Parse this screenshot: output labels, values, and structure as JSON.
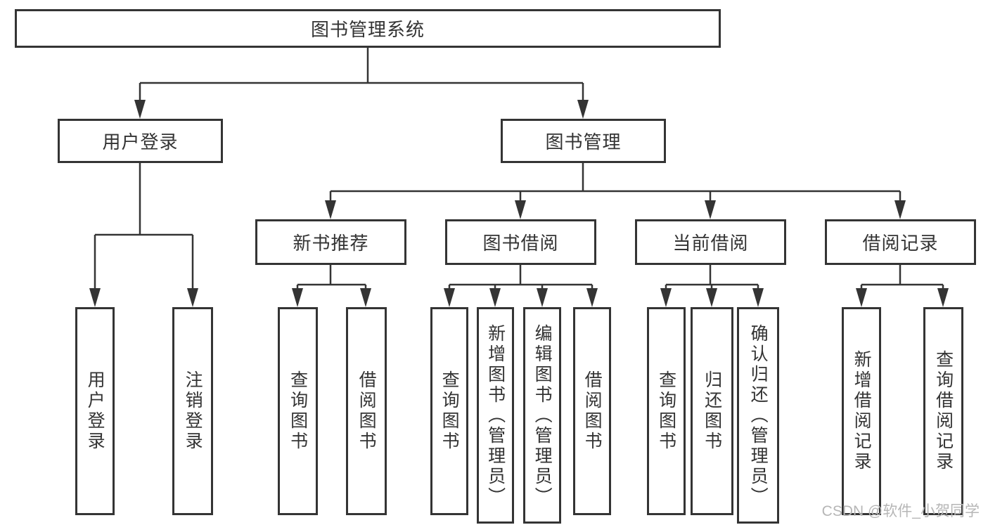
{
  "diagram": {
    "type": "hierarchy-tree",
    "root": {
      "label": "图书管理系统"
    },
    "level2": [
      {
        "label": "用户登录",
        "parent": "图书管理系统"
      },
      {
        "label": "图书管理",
        "parent": "图书管理系统"
      }
    ],
    "level3": [
      {
        "label": "新书推荐",
        "parent": "图书管理"
      },
      {
        "label": "图书借阅",
        "parent": "图书管理"
      },
      {
        "label": "当前借阅",
        "parent": "图书管理"
      },
      {
        "label": "借阅记录",
        "parent": "图书管理"
      }
    ],
    "leaves": [
      {
        "label": "用户登录",
        "parent": "用户登录"
      },
      {
        "label": "注销登录",
        "parent": "用户登录"
      },
      {
        "label": "查询图书",
        "parent": "新书推荐"
      },
      {
        "label": "借阅图书",
        "parent": "新书推荐"
      },
      {
        "label": "查询图书",
        "parent": "图书借阅"
      },
      {
        "label": "新增图书（管理员）",
        "parent": "图书借阅"
      },
      {
        "label": "编辑图书（管理员）",
        "parent": "图书借阅"
      },
      {
        "label": "借阅图书",
        "parent": "图书借阅"
      },
      {
        "label": "查询图书",
        "parent": "当前借阅"
      },
      {
        "label": "归还图书",
        "parent": "当前借阅"
      },
      {
        "label": "确认归还（管理员）",
        "parent": "当前借阅"
      },
      {
        "label": "新增借阅记录",
        "parent": "借阅记录"
      },
      {
        "label": "查询借阅记录",
        "parent": "借阅记录"
      }
    ],
    "watermark": "CSDN @软件_小贺同学",
    "colors": {
      "background": "#ffffff",
      "box_border": "#343434",
      "connector_line": "#343434",
      "text": "#333333",
      "watermark_text": "#b6b6b6"
    }
  }
}
